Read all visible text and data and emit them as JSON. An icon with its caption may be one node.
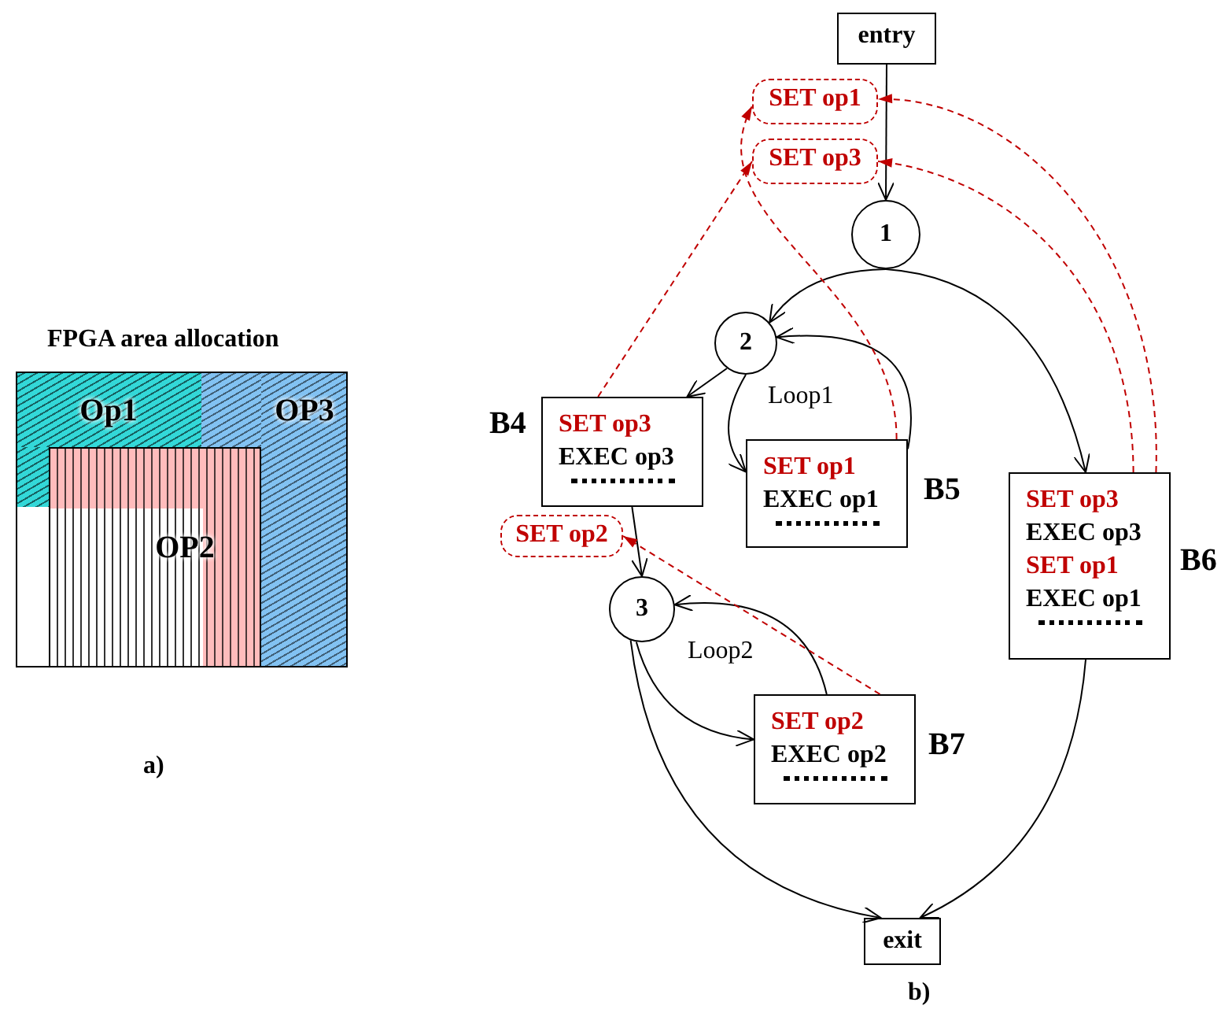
{
  "diagram": {
    "nodes": [
      {
        "text": [
          "Op1"
        ]
      },
      {
        "text": [
          "OP3"
        ]
      },
      {
        "text": [
          "OP2"
        ]
      },
      {
        "text": [
          "entry"
        ]
      },
      {
        "text": [
          "SET op1"
        ]
      },
      {
        "text": [
          "SET op3"
        ]
      },
      {
        "text": [
          "1"
        ]
      },
      {
        "text": [
          "2"
        ]
      },
      {
        "text": [
          "SET op3",
          "EXEC op3"
        ],
        "beside": [
          "B4"
        ]
      },
      {
        "text": [
          "SET op1",
          "EXEC op1"
        ],
        "beside": [
          "B5"
        ]
      },
      {
        "text": [
          "SET op2"
        ]
      },
      {
        "text": [
          "3"
        ]
      },
      {
        "text": [
          "SET op3",
          "EXEC op3",
          "SET op1",
          "EXEC op1"
        ],
        "beside": [
          "B6"
        ]
      },
      {
        "text": [
          "SET op2",
          "EXEC op2"
        ],
        "beside": [
          "B7"
        ]
      },
      {
        "text": [
          "exit"
        ]
      }
    ],
    "edges": [
      {
        "from": 3,
        "to": 6,
        "arrow": "to"
      },
      {
        "from": 6,
        "to": 7,
        "arrow": "to"
      },
      {
        "from": 6,
        "to": 12,
        "arrow": "to"
      },
      {
        "from": 7,
        "to": 8,
        "arrow": "to"
      },
      {
        "from": 7,
        "to": 9,
        "arrow": "to"
      },
      {
        "from": 9,
        "to": 7,
        "arrow": "to"
      },
      {
        "from": 8,
        "to": 11,
        "arrow": "to"
      },
      {
        "from": 11,
        "to": 13,
        "arrow": "to"
      },
      {
        "from": 13,
        "to": 11,
        "arrow": "to"
      },
      {
        "from": 11,
        "to": 14,
        "arrow": "to"
      },
      {
        "from": 12,
        "to": 14,
        "arrow": "to"
      },
      {
        "from": 8,
        "to": 5,
        "arrow": "to",
        "style": "dashed",
        "color": "#c00000"
      },
      {
        "from": 9,
        "to": 4,
        "arrow": "to",
        "style": "dashed",
        "color": "#c00000"
      },
      {
        "from": 12,
        "to": 4,
        "arrow": "to",
        "style": "dashed",
        "color": "#c00000"
      },
      {
        "from": 12,
        "to": 5,
        "arrow": "to",
        "style": "dashed",
        "color": "#c00000"
      },
      {
        "from": 13,
        "to": 10,
        "arrow": "to",
        "style": "dashed",
        "color": "#c00000"
      }
    ],
    "labels": [
      "FPGA area allocation",
      "Loop1",
      "Loop2",
      "a)",
      "b)"
    ]
  }
}
